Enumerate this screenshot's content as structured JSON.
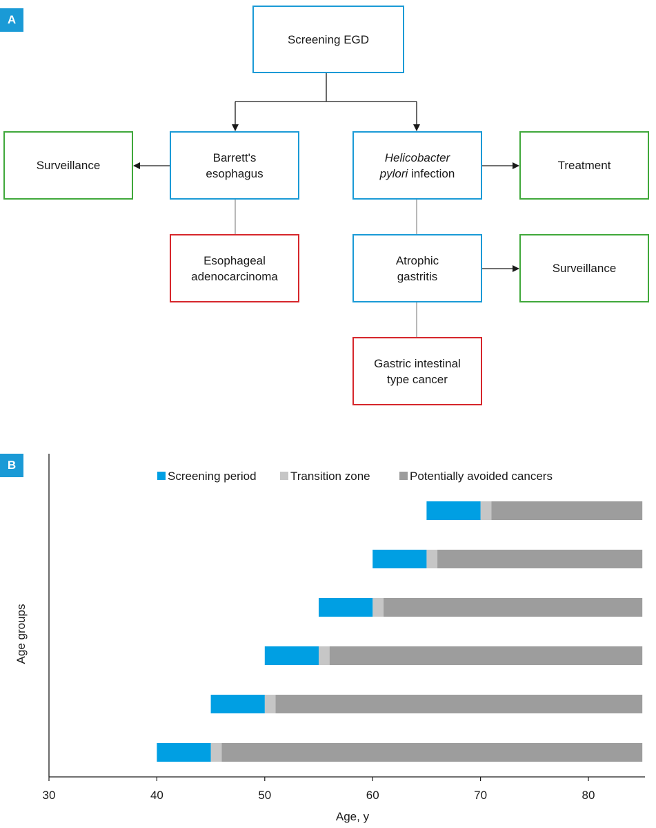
{
  "panels": {
    "a_label": "A",
    "b_label": "B"
  },
  "diagram": {
    "screening": {
      "text": "Screening EGD",
      "color": "#1a9ad6"
    },
    "barretts": {
      "line1": "Barrett's",
      "line2": "esophagus",
      "color": "#1a9ad6"
    },
    "hpylori": {
      "line1_italic": "Helicobacter",
      "line2_italic": "pylori",
      "line2_rest": " infection",
      "color": "#1a9ad6"
    },
    "surveillance_left": {
      "text": "Surveillance",
      "color": "#3fa83a"
    },
    "treatment": {
      "text": "Treatment",
      "color": "#3fa83a"
    },
    "esophageal": {
      "line1": "Esophageal",
      "line2": "adenocarcinoma",
      "color": "#d6262b"
    },
    "atrophic": {
      "line1": "Atrophic",
      "line2": "gastritis",
      "color": "#1a9ad6"
    },
    "surveillance_right": {
      "text": "Surveillance",
      "color": "#3fa83a"
    },
    "gastric": {
      "line1": "Gastric intestinal",
      "line2": "type cancer",
      "color": "#d6262b"
    }
  },
  "chart_data": {
    "type": "bar",
    "orientation": "horizontal",
    "stacked": true,
    "xlabel": "Age, y",
    "ylabel": "Age groups",
    "xlim": [
      30,
      85
    ],
    "xticks": [
      30,
      40,
      50,
      60,
      70,
      80
    ],
    "legend": {
      "placement": "top",
      "entries": [
        {
          "name": "Screening period",
          "color": "#009fe3"
        },
        {
          "name": "Transition zone",
          "color": "#c6c6c6"
        },
        {
          "name": "Potentially avoided cancers",
          "color": "#9d9d9d"
        }
      ]
    },
    "rows": [
      {
        "screening": [
          65,
          70
        ],
        "transition": [
          70,
          71
        ],
        "avoided": [
          71,
          85
        ]
      },
      {
        "screening": [
          60,
          65
        ],
        "transition": [
          65,
          66
        ],
        "avoided": [
          66,
          85
        ]
      },
      {
        "screening": [
          55,
          60
        ],
        "transition": [
          60,
          61
        ],
        "avoided": [
          61,
          85
        ]
      },
      {
        "screening": [
          50,
          55
        ],
        "transition": [
          55,
          56
        ],
        "avoided": [
          56,
          85
        ]
      },
      {
        "screening": [
          45,
          50
        ],
        "transition": [
          50,
          51
        ],
        "avoided": [
          51,
          85
        ]
      },
      {
        "screening": [
          40,
          45
        ],
        "transition": [
          45,
          46
        ],
        "avoided": [
          46,
          85
        ]
      }
    ]
  }
}
